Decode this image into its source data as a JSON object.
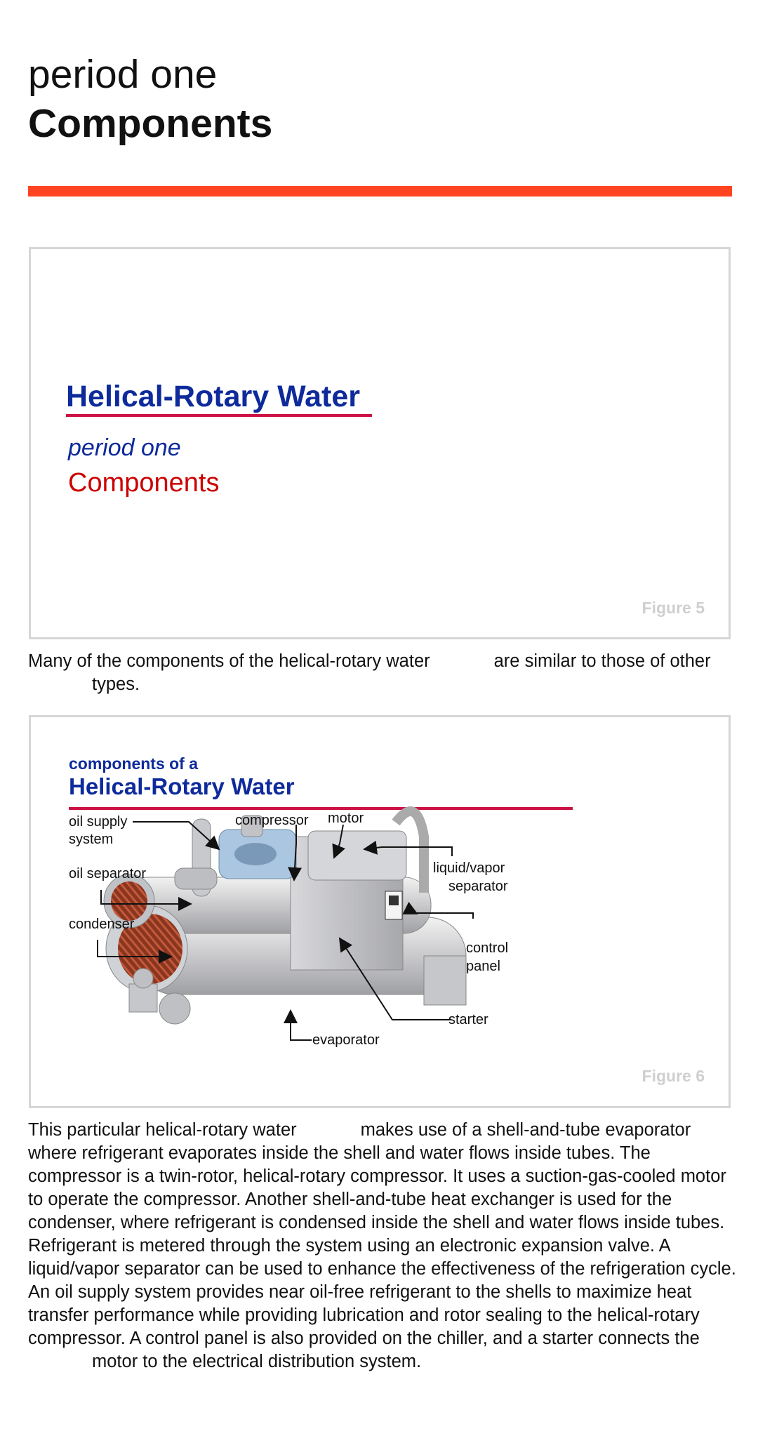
{
  "header": {
    "period": "period one",
    "title": "Components"
  },
  "figure5": {
    "slide_title": "Helical-Rotary Water",
    "slide_period": "period one",
    "slide_components": "Components",
    "label": "Figure 5"
  },
  "paragraph1": {
    "part1": "Many of the components of the helical-rotary water",
    "part2": "are similar to those of other",
    "part3": "types."
  },
  "figure6": {
    "slide_subtitle": "components of a",
    "slide_title": "Helical-Rotary Water",
    "label": "Figure 6",
    "callouts": {
      "oil_supply_1": "oil supply",
      "oil_supply_2": "system",
      "compressor": "compressor",
      "motor": "motor",
      "liquid_vapor_1": "liquid/vapor",
      "liquid_vapor_2": "separator",
      "oil_separator": "oil separator",
      "condenser": "condenser",
      "control_panel_1": "control",
      "control_panel_2": "panel",
      "starter": "starter",
      "evaporator": "evaporator"
    }
  },
  "paragraph2": {
    "part1": "This particular helical-rotary water",
    "part2": "makes use of a shell-and-tube evaporator where refrigerant evaporates inside the shell and water flows inside tubes. The compressor is a twin-rotor, helical-rotary compressor. It uses a suction-gas-cooled motor to operate the compressor. Another shell-and-tube heat exchanger is used for the condenser, where refrigerant is condensed inside the shell and water flows inside tubes. Refrigerant is metered through the system using an electronic expansion valve. A liquid/vapor separator can be used to enhance the effectiveness of the refrigeration cycle. An oil supply system provides near oil-free refrigerant to the shells to maximize heat transfer performance while providing lubrication and rotor sealing to the helical-rotary compressor. A control panel is also provided on the chiller, and a starter connects the",
    "part3": "motor to the electrical distribution system."
  },
  "colors": {
    "accent_bar": "#ff4422",
    "slide_blue": "#0e2a9b",
    "slide_red": "#cc0000",
    "slide_rule": "#cc1144"
  }
}
